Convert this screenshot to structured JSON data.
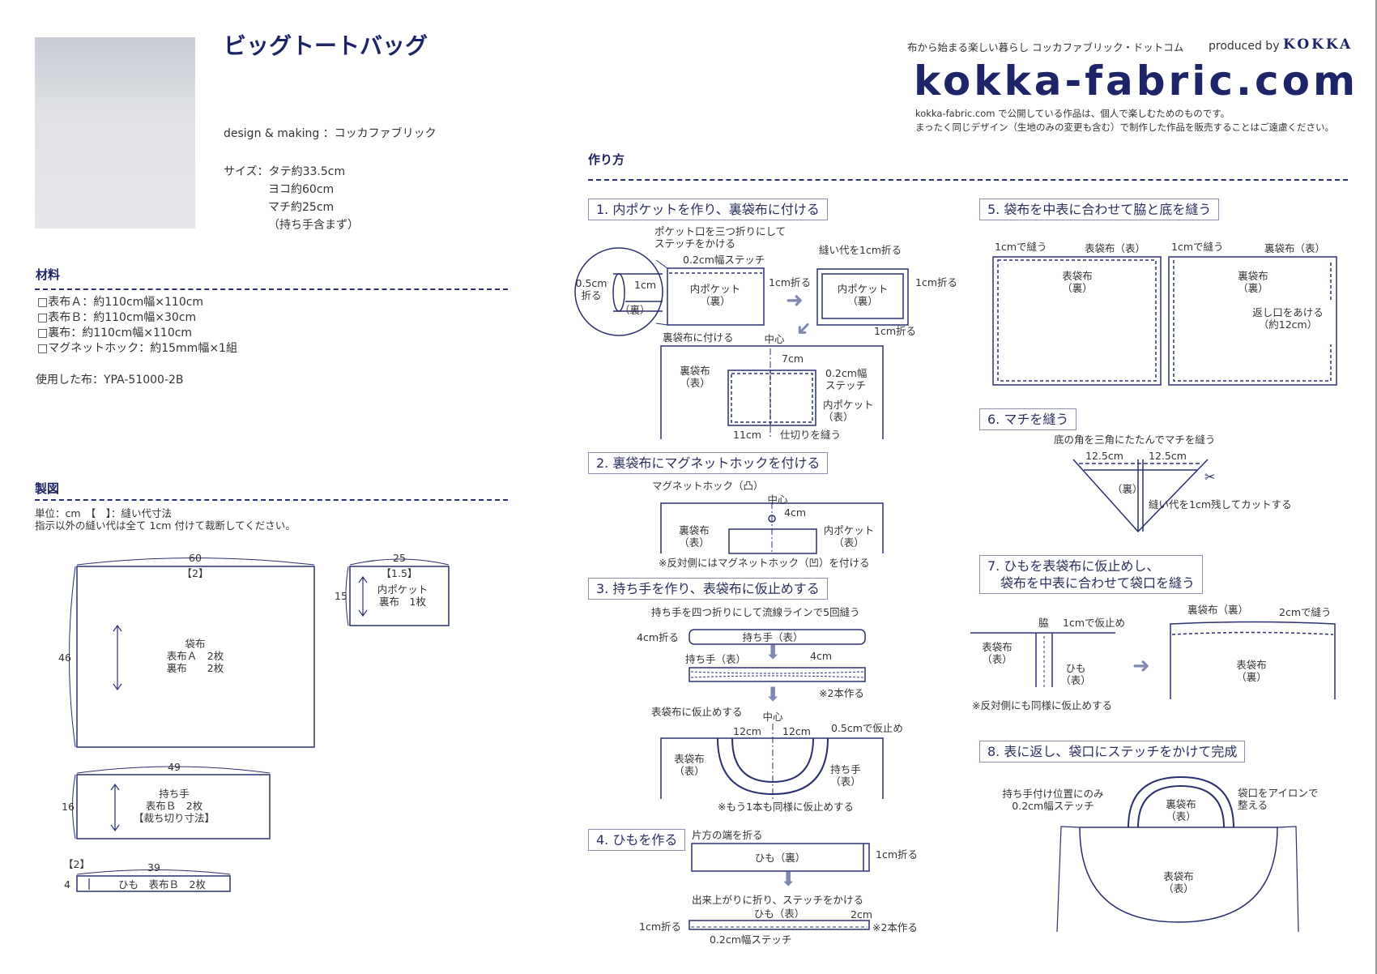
{
  "header": {
    "title": "ビッグトートバッグ",
    "design_making": "design & making ：コッカファブリック",
    "size_label": "サイズ：タテ約33.5cm",
    "size_lines": [
      "ヨコ約60cm",
      "マチ約25cm",
      "（持ち手含まず）"
    ]
  },
  "brand": {
    "tagline": "布から始まる楽しい暮らし コッカファブリック・ドットコム",
    "produced_by": "produced by",
    "kokka": "KOKKA",
    "logo": "kokka-fabric.com",
    "notice": [
      "kokka-fabric.com で公開している作品は、個人で楽しむためのものです。",
      "まったく同じデザイン（生地のみの変更も含む）で制作した作品を販売することはご遠慮ください。"
    ],
    "color": "#1e2468"
  },
  "materials": {
    "heading": "材料",
    "items": [
      "□表布Ａ：約110cm幅×110cm",
      "□表布Ｂ：約110cm幅×30cm",
      "□裏布：約110cm幅×110cm",
      "□マグネットホック：約15mm幅×1組"
    ],
    "fabric_used": "使用した布：YPA-51000-2B"
  },
  "pattern": {
    "heading": "製図",
    "unit": "単位：cm　【　】：縫い代寸法",
    "note": "指示以外の縫い代は全て 1cm 付けて裁断してください。",
    "body": {
      "width": "60",
      "seam": "【2】",
      "height": "46",
      "label": "袋布\n表布Ａ　2枚\n裏布　　2枚"
    },
    "pocket": {
      "width": "25",
      "seam": "【1.5】",
      "height": "15",
      "label": "内ポケット\n裏布　1枚"
    },
    "handle": {
      "width": "49",
      "height": "16",
      "label": "持ち手\n表布Ｂ　2枚\n【裁ち切り寸法】"
    },
    "string": {
      "seam": "【2】",
      "width": "39",
      "height": "4",
      "label": "ひも　表布Ｂ　2枚"
    }
  },
  "howto": {
    "heading": "作り方",
    "steps": [
      {
        "title": "1. 内ポケットを作り、裏袋布に付ける",
        "labels": [
          "ポケット口を三つ折りにして\nステッチをかける",
          "0.2cm幅ステッチ",
          "縫い代を1cm折る",
          "0.5cm\n折る",
          "1cm",
          "（裏）",
          "内ポケット\n（裏）",
          "1cm折る",
          "内ポケット\n（裏）",
          "1cm折る",
          "1cm折る",
          "裏袋布に付ける",
          "中心",
          "7cm",
          "裏袋布\n（表）",
          "0.2cm幅\nステッチ",
          "内ポケット\n（表）",
          "11cm",
          "仕切りを縫う"
        ]
      },
      {
        "title": "2. 裏袋布にマグネットホックを付ける",
        "labels": [
          "マグネットホック（凸）",
          "中心",
          "4cm",
          "裏袋布\n（表）",
          "内ポケット\n（表）",
          "※反対側にはマグネットホック（凹）を付ける"
        ]
      },
      {
        "title": "3. 持ち手を作り、表袋布に仮止めする",
        "labels": [
          "持ち手を四つ折りにして流線ラインで5回縫う",
          "4cm折る",
          "持ち手（表）",
          "4cm",
          "持ち手（表）",
          "※2本作る",
          "表袋布に仮止めする",
          "中心",
          "12cm",
          "12cm",
          "0.5cmで仮止め",
          "表袋布\n（表）",
          "持ち手\n（表）",
          "※もう1本も同様に仮止めする"
        ]
      },
      {
        "title": "4. ひもを作る",
        "labels": [
          "片方の端を折る",
          "ひも（裏）",
          "1cm折る",
          "出来上がりに折り、ステッチをかける",
          "ひも（表）",
          "2cm",
          "1cm折る",
          "※2本作る",
          "0.2cm幅ステッチ"
        ]
      },
      {
        "title": "5. 袋布を中表に合わせて脇と底を縫う",
        "labels": [
          "1cmで縫う",
          "表袋布（表）",
          "表袋布\n（裏）",
          "1cmで縫う",
          "裏袋布（表）",
          "裏袋布\n（裏）",
          "返し口をあける\n（約12cm）"
        ]
      },
      {
        "title": "6. マチを縫う",
        "labels": [
          "底の角を三角にたたんでマチを縫う",
          "12.5cm",
          "12.5cm",
          "（裏）",
          "縫い代を1cm残してカットする"
        ]
      },
      {
        "title": "7. ひもを表袋布に仮止めし、\n　袋布を中表に合わせて袋口を縫う",
        "labels": [
          "脇",
          "1cmで仮止め",
          "表袋布\n（表）",
          "ひも\n（表）",
          "※反対側にも同様に仮止めする",
          "裏袋布（裏）",
          "2cmで縫う",
          "表袋布\n（裏）"
        ]
      },
      {
        "title": "8. 表に返し、袋口にステッチをかけて完成",
        "labels": [
          "持ち手付け位置にのみ\n0.2cm幅ステッチ",
          "裏袋布\n（表）",
          "袋口をアイロンで\n整える",
          "表袋布\n（表）"
        ]
      }
    ]
  }
}
